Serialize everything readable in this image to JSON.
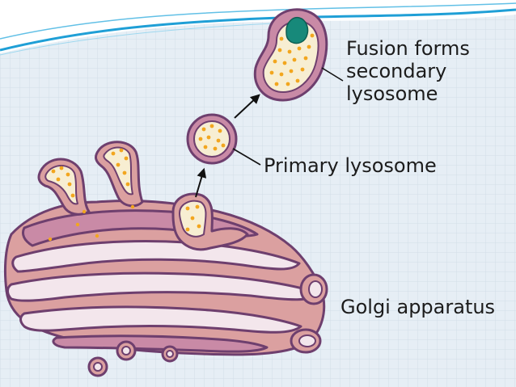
{
  "labels": {
    "fusion": [
      "Fusion forms",
      "secondary",
      "lysosome"
    ],
    "primary": "Primary lysosome",
    "golgi": "Golgi apparatus"
  },
  "colors": {
    "background": "#e6eef5",
    "grid": "#d3dde8",
    "header_blue": "#1f9fd6",
    "membrane_outer": "#6e3f6e",
    "membrane_fill": "#c98aa6",
    "cisterna_body": "#dba0a0",
    "lumen": "#f3e6ec",
    "granule_lumen": "#f7eed2",
    "granule": "#f2a61e",
    "fused_vesicle": "#17897a",
    "arrow": "#111111"
  }
}
